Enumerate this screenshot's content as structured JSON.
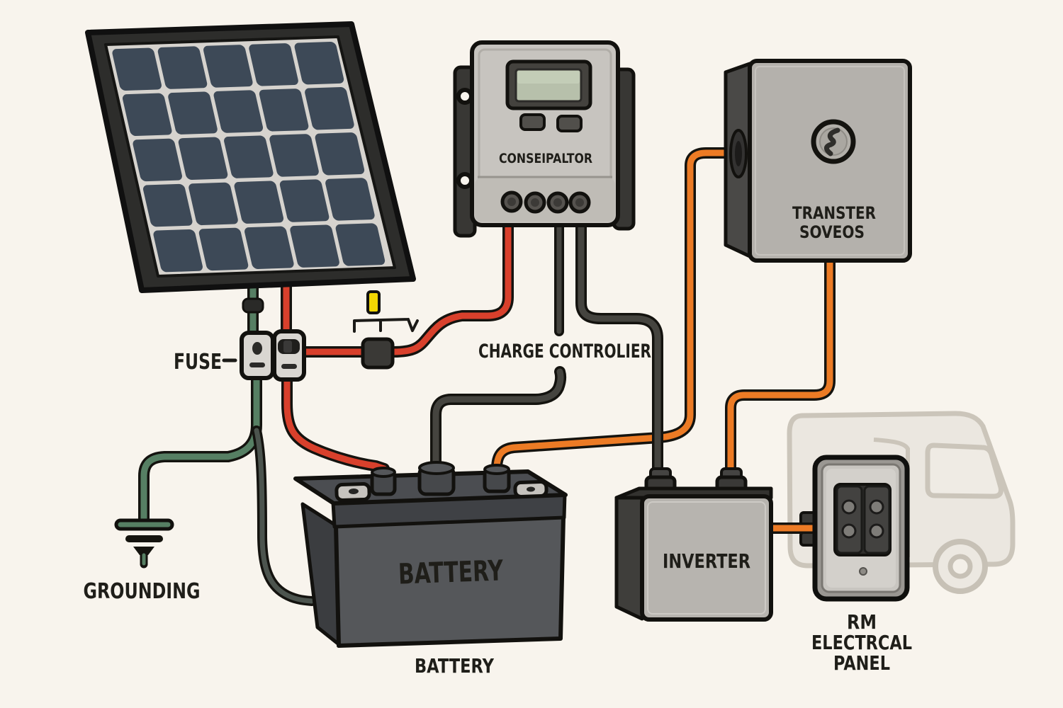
{
  "background_color": "#f8f4ed",
  "colors": {
    "wire_red": "#d8402c",
    "wire_green": "#567f63",
    "wire_green_dark": "#4c544e",
    "wire_orange": "#ec7b25",
    "wire_dark": "#45443f",
    "fuse_yellow": "#f2d703",
    "solar_cell": "#3d4957",
    "device_gray": "#bab7b2",
    "battery_body": "#55575a"
  },
  "icons": {
    "transfer_switch": "lightning-bolt",
    "fuse_indicator": "fuse",
    "grounding": "earth-ground"
  },
  "labels": {
    "fuse": "FUSE",
    "grounding": "GROUNDING",
    "charge_controller": "CHARGE CONTROLIER",
    "battery_caption": "BATTERY"
  },
  "devices": {
    "controller": {
      "text": "CONSEIPALTOR"
    },
    "transfer_switch": {
      "lines": [
        "TRANSTER",
        "SOVEOS"
      ]
    },
    "battery": {
      "text": "BATTERY"
    },
    "inverter": {
      "text": "INVERTER"
    },
    "rv_panel": {
      "lines": [
        "RM",
        "ELECTRCAL",
        "PANEL"
      ]
    }
  }
}
